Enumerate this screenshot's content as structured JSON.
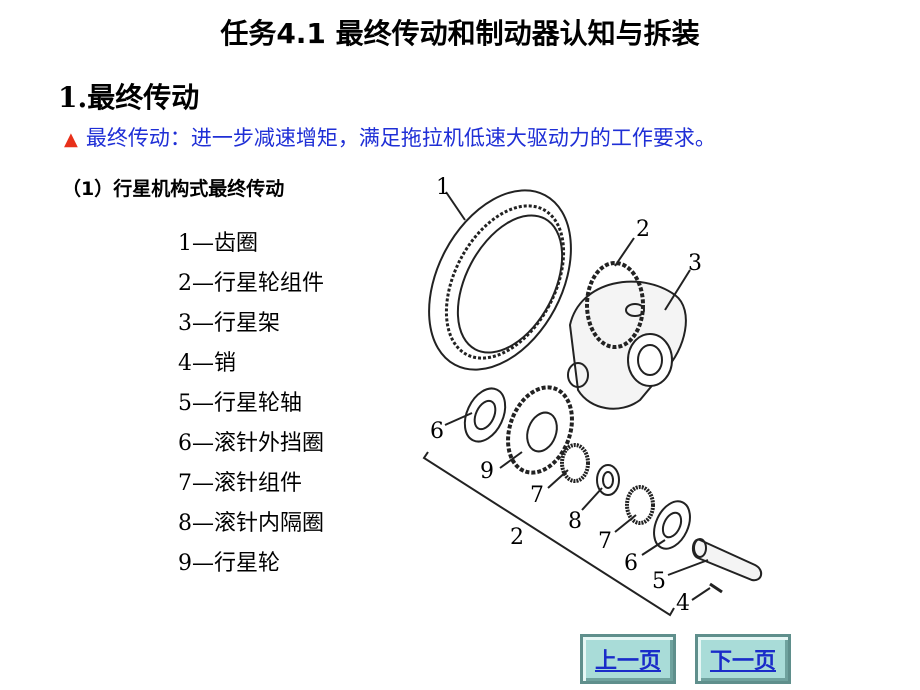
{
  "slide": {
    "title": "任务4.1  最终传动和制动器认知与拆装",
    "section_heading": "1.最终传动",
    "bullet_icon": "red-triangle-icon",
    "bullet_text": "最终传动：进一步减速增矩，满足拖拉机低速大驱动力的工作要求。",
    "subheading": "（1）行星机构式最终传动",
    "legend": [
      "1—齿圈",
      "2—行星轮组件",
      "3—行星架",
      "4—销",
      "5—行星轮轴",
      "6—滚针外挡圈",
      "7—滚针组件",
      "8—滚针内隔圈",
      "9—行星轮"
    ],
    "figure_labels": {
      "ring_gear": "1",
      "planet_gear_assembly_top": "2",
      "planet_carrier": "3",
      "outer_washer_left": "6",
      "planet_gear": "9",
      "needle_bearing_left": "7",
      "inner_spacer": "8",
      "needle_bearing_right": "7",
      "assembly_bracket": "2",
      "outer_washer_right": "6",
      "planet_shaft": "5",
      "pin": "4"
    }
  },
  "navigation": {
    "prev_label": "上一页",
    "next_label": "下一页"
  },
  "colors": {
    "bullet_text": "#1f2fd6",
    "bullet_icon": "#e8301a",
    "nav_button_bg": "#a9dcd8",
    "nav_button_text": "#1a2cc9"
  }
}
